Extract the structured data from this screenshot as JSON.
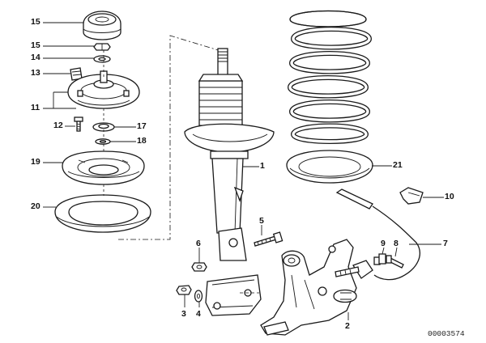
{
  "diagram_number": "00003574",
  "callouts": {
    "c1": "1",
    "c2": "2",
    "c3": "3",
    "c4": "4",
    "c5": "5",
    "c6": "6",
    "c7": "7",
    "c8": "8",
    "c9": "9",
    "c10": "10",
    "c11": "11",
    "c12": "12",
    "c13": "13",
    "c14": "14",
    "c15a": "15",
    "c15b": "15",
    "c17": "17",
    "c18": "18",
    "c19": "19",
    "c20": "20",
    "c21": "21"
  }
}
